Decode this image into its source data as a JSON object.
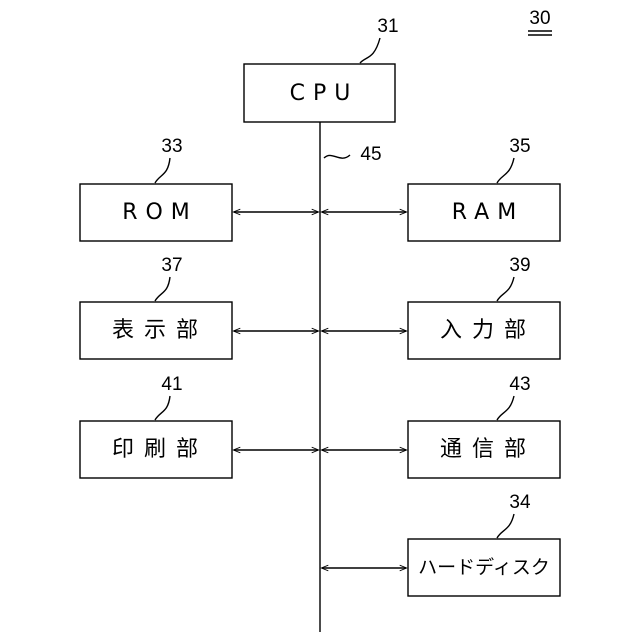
{
  "figure": {
    "number": "30"
  },
  "bus": {
    "ref": "45"
  },
  "blocks": {
    "cpu": {
      "label": "CPU",
      "ref": "31"
    },
    "rom": {
      "label": "ROM",
      "ref": "33"
    },
    "ram": {
      "label": "RAM",
      "ref": "35"
    },
    "display": {
      "label": "表示部",
      "ref": "37"
    },
    "input": {
      "label": "入力部",
      "ref": "39"
    },
    "print": {
      "label": "印刷部",
      "ref": "41"
    },
    "comm": {
      "label": "通信部",
      "ref": "43"
    },
    "hdd": {
      "label": "ハードディスク",
      "ref": "34"
    }
  },
  "colors": {
    "stroke": "#000000",
    "background": "#ffffff"
  }
}
